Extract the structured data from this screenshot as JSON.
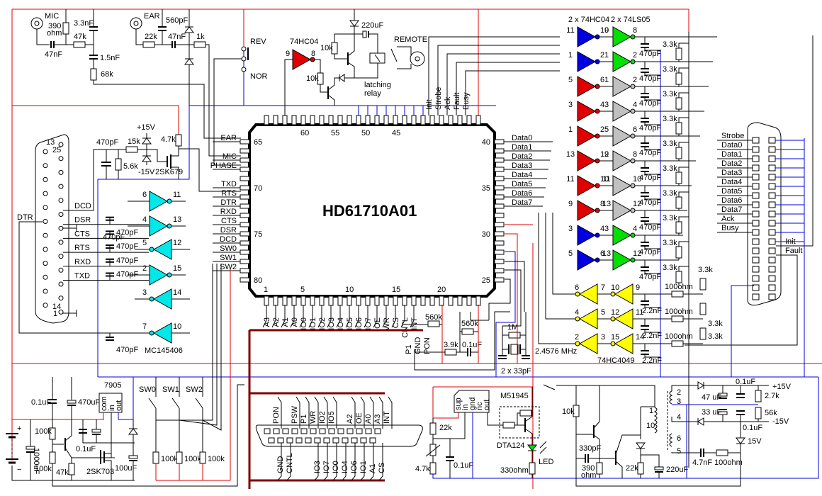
{
  "diagram": {
    "title": "HD61710A01",
    "main_ic": {
      "part": "HD61710A01",
      "left_pins": [
        {
          "num": "65",
          "label": "EAR"
        },
        {
          "num": "",
          "label": ""
        },
        {
          "num": "",
          "label": "MIC"
        },
        {
          "num": "",
          "label": "PHASE"
        },
        {
          "num": "",
          "label": ""
        },
        {
          "num": "70",
          "label": "TXD"
        },
        {
          "num": "",
          "label": "RTS"
        },
        {
          "num": "",
          "label": "DTR"
        },
        {
          "num": "",
          "label": "RXD"
        },
        {
          "num": "",
          "label": "CTS"
        },
        {
          "num": "75",
          "label": "DSR"
        },
        {
          "num": "",
          "label": "DCD"
        },
        {
          "num": "",
          "label": "SW0"
        },
        {
          "num": "",
          "label": "SW1"
        },
        {
          "num": "",
          "label": "SW2"
        },
        {
          "num": "80",
          "label": ""
        }
      ],
      "right_pins": [
        {
          "num": "40",
          "label": "Data0"
        },
        {
          "num": "",
          "label": "Data1"
        },
        {
          "num": "",
          "label": "Data2"
        },
        {
          "num": "",
          "label": "Data3"
        },
        {
          "num": "",
          "label": "Data4"
        },
        {
          "num": "35",
          "label": "Data5"
        },
        {
          "num": "",
          "label": "Data6"
        },
        {
          "num": "",
          "label": "Data7"
        },
        {
          "num": "",
          "label": ""
        },
        {
          "num": "",
          "label": ""
        },
        {
          "num": "30",
          "label": ""
        },
        {
          "num": "",
          "label": ""
        },
        {
          "num": "",
          "label": ""
        },
        {
          "num": "",
          "label": ""
        },
        {
          "num": "",
          "label": ""
        },
        {
          "num": "25",
          "label": ""
        }
      ],
      "top_numbers": [
        "60",
        "55",
        "50",
        "45"
      ],
      "top_labels": [
        "Init",
        "Strobe",
        "Ack",
        "Fault",
        "Busy"
      ],
      "bottom_numbers": [
        "1",
        "5",
        "10",
        "15",
        "20"
      ],
      "bottom_labels": [
        "A3",
        "A2",
        "A1",
        "A0",
        "IO0",
        "IO1",
        "IO2",
        "IO3",
        "IO4",
        "IO5",
        "IO6",
        "IO7",
        "OE",
        "WR",
        "CS",
        "CNTL",
        "INT"
      ]
    },
    "top_left": {
      "mic_label": "MIC",
      "mic_r": "390\nohm",
      "mic_c1": "3.3nF",
      "mic_r2": "47k",
      "mic_c2": "47nF",
      "mic_c3": "1.5nF",
      "mic_r3": "68k",
      "ear_label": "EAR",
      "ear_c1": "560pF",
      "ear_r1": "22k",
      "ear_c2": "47nF",
      "ear_r2": "1k",
      "rev": "REV",
      "nor": "NOR"
    },
    "remote": {
      "inverter": "74HC04",
      "pin_in": "9",
      "pin_out": "8",
      "r1": "10k",
      "r2": "10k",
      "cap": "220uF",
      "label": "REMOTE",
      "relay": "latching\nrelay"
    },
    "buffers": {
      "header1": "2 x 74HC04",
      "header2": "2 x 74LS05",
      "rows": [
        {
          "a_in": "11",
          "a_out": "10",
          "b_in": "9",
          "b_out": "8",
          "cap": "470pF",
          "res": "3.3k",
          "color_a": "#0000e0",
          "color_b": "#00e000"
        },
        {
          "a_in": "1",
          "a_out": "2",
          "b_in": "1",
          "b_out": "2",
          "cap": "470pF",
          "res": "3.3k",
          "color_a": "#0000e0",
          "color_b": "#00e000"
        },
        {
          "a_in": "5",
          "a_out": "6",
          "b_in": "1",
          "b_out": "2",
          "cap": "470pF",
          "res": "3.3k",
          "color_a": "#e00000",
          "color_b": "#c0c0c0"
        },
        {
          "a_in": "3",
          "a_out": "4",
          "b_in": "3",
          "b_out": "4",
          "cap": "470pF",
          "res": "3.3k",
          "color_a": "#e00000",
          "color_b": "#c0c0c0"
        },
        {
          "a_in": "1",
          "a_out": "2",
          "b_in": "5",
          "b_out": "6",
          "cap": "470pF",
          "res": "3.3k",
          "color_a": "#e00000",
          "color_b": "#c0c0c0"
        },
        {
          "a_in": "13",
          "a_out": "12",
          "b_in": "9",
          "b_out": "8",
          "cap": "470pF",
          "res": "3.3k",
          "color_a": "#e00000",
          "color_b": "#c0c0c0"
        },
        {
          "a_in": "11",
          "a_out": "10",
          "b_in": "11",
          "b_out": "10",
          "cap": "470pF",
          "res": "3.3k",
          "color_a": "#e00000",
          "color_b": "#c0c0c0"
        },
        {
          "a_in": "9",
          "a_out": "8",
          "b_in": "13",
          "b_out": "12",
          "cap": "470pF",
          "res": "3.3k",
          "color_a": "#e00000",
          "color_b": "#c0c0c0"
        },
        {
          "a_in": "3",
          "a_out": "4",
          "b_in": "3",
          "b_out": "4",
          "cap": "470pF",
          "res": "3.3k",
          "color_a": "#0000e0",
          "color_b": "#00e000"
        },
        {
          "a_in": "5",
          "a_out": "6",
          "b_in": "13",
          "b_out": "12",
          "cap": "470pF",
          "res": "3.3k",
          "color_a": "#0000e0",
          "color_b": "#00e000"
        }
      ],
      "input_rows": [
        {
          "a_out": "6",
          "a_in": "7",
          "b_out": "10",
          "b_in": "9",
          "cap": "2.2nF",
          "res": "100ohm"
        },
        {
          "a_out": "4",
          "a_in": "5",
          "b_out": "12",
          "b_in": "11",
          "cap": "2.2nF",
          "res": "100ohm"
        },
        {
          "a_out": "2",
          "a_in": "3",
          "b_out": "15",
          "b_in": "14",
          "cap": "2.2nF",
          "res": "100ohm"
        }
      ],
      "input_chip": "74HC4049",
      "pullups": [
        "3.3k",
        "3.3k",
        "3.3k"
      ]
    },
    "centronics": {
      "labels": [
        "Strobe",
        "Data0",
        "Data1",
        "Data2",
        "Data3",
        "Data4",
        "Data5",
        "Data6",
        "Data7",
        "Ack",
        "Busy"
      ],
      "right_labels": [
        "Init",
        "Fault"
      ]
    },
    "rs232": {
      "pin_top": "13",
      "pin_25": "25",
      "pin_14": "14",
      "pin_1": "1",
      "dtr": "DTR",
      "signals": [
        "DCD",
        "DSR",
        "CTS",
        "RTS",
        "RXD",
        "TXD"
      ],
      "cap": "470pF",
      "r1": "15k",
      "r2": "5.6k",
      "r3": "4.7k",
      "plus": "+15V",
      "minus": "-15V",
      "fet": "2SK679",
      "driver": "MC145406",
      "gates": [
        {
          "in": "6",
          "out": "11"
        },
        {
          "in": "4",
          "out": "13"
        },
        {
          "in": "5",
          "out": "12"
        },
        {
          "in": "2",
          "out": "15"
        },
        {
          "in": "3",
          "out": "14"
        },
        {
          "in": "7",
          "out": "10"
        }
      ]
    },
    "clock": {
      "r": "560k",
      "r2": "560k",
      "r3": "3.9k",
      "c": "0.1uF",
      "r4": "1M",
      "caps": "2 x 33pF",
      "freq": "2.4576 MHz",
      "labels": [
        "P1",
        "GND",
        "PON"
      ]
    },
    "power": {
      "reg": "7905",
      "pins": [
        "com",
        "in",
        "out"
      ],
      "c1": "0.1uF",
      "c2": "470uF",
      "c3": "0.1uF",
      "c4": "1000uF",
      "c5": "100uF",
      "r1": "100k",
      "r2": "100k",
      "r3": "47k",
      "fet": "2SK703",
      "plus": "+",
      "minus": "−",
      "switches": [
        "SW0",
        "SW1",
        "SW2"
      ],
      "sw_res": [
        "100k",
        "100k",
        "100k"
      ]
    },
    "expansion": {
      "top_labels": [
        "PON",
        "PSW",
        "P1",
        "WR",
        "IO2",
        "IO5",
        "A2",
        "OE",
        "A0",
        "A3",
        "INT"
      ],
      "bottom_labels": [
        "GND",
        "CNTL",
        "IO3",
        "IO7",
        "IO0",
        "IO4",
        "IO6",
        "IO1",
        "A1",
        "CS"
      ]
    },
    "detector": {
      "ic": "M51945",
      "pins": [
        "sup",
        "in",
        "gnd",
        "nc",
        "out"
      ],
      "r1": "22k",
      "r2": "4.7k",
      "c": "0.1uF",
      "tr": "DTA124",
      "led": "LED",
      "r3": "330ohm"
    },
    "converter": {
      "r1": "10k",
      "c1": "330pF",
      "r2": "390\nohm",
      "r3": "22k",
      "c2": "220uF",
      "t_pins": [
        "2",
        "3",
        "4",
        "1",
        "10",
        "6",
        "5"
      ],
      "c3": "47 uF",
      "c4": "33 uF",
      "c5": "0.1uF",
      "c6": "0.1uF",
      "r4": "2.7k",
      "r5": "56k",
      "plus": "+15V",
      "minus": "-15V",
      "zener": "15V",
      "c7": "4.7nF",
      "r6": "100ohm"
    }
  }
}
